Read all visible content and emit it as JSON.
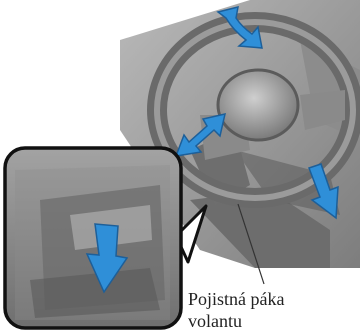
{
  "callout": {
    "line1": "Pojistná páka",
    "line2": "volantu"
  },
  "illustration": {
    "subject": "steering-wheel-tilt-telescopic-adjustment",
    "icons": [
      "tilt-up-arrow-icon",
      "telescopic-double-arrow-icon",
      "tilt-down-arrow-icon",
      "lock-lever-release-arrow-icon"
    ]
  },
  "colors": {
    "arrow_fill": "#2f8fd8",
    "arrow_edge": "#1d5f99",
    "photo_gray": "#9a9a9a",
    "inset_border": "#111111"
  }
}
